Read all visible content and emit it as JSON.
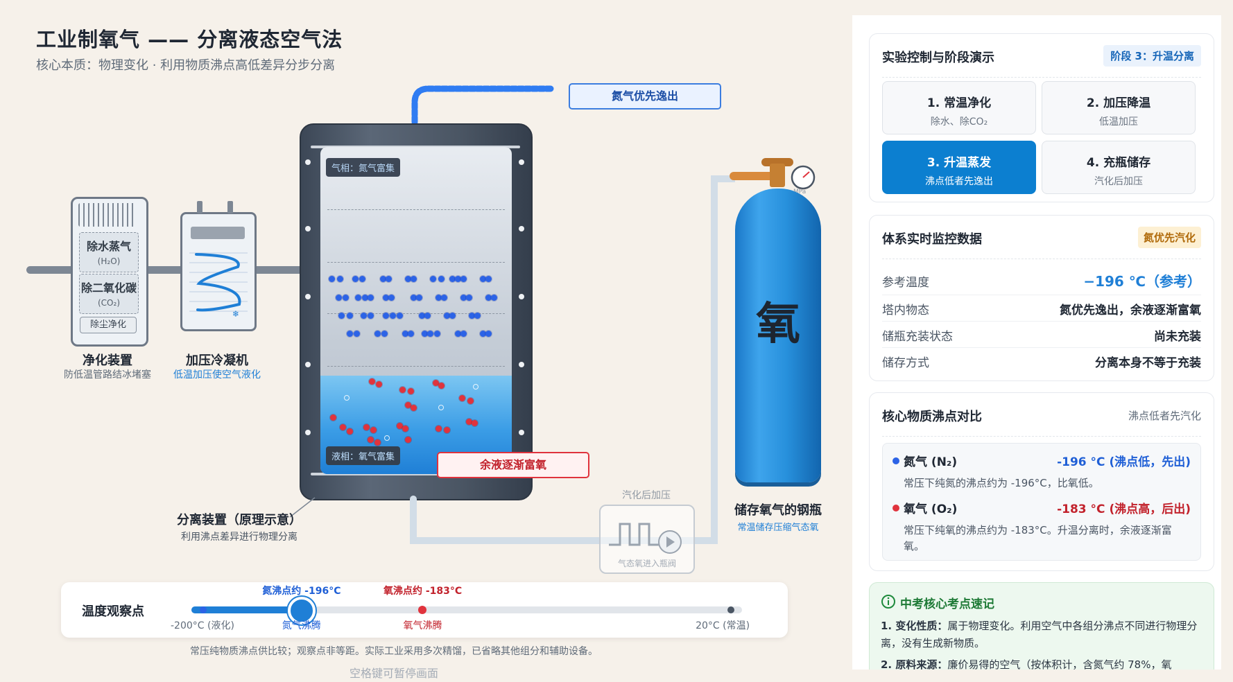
{
  "header": {
    "title": "工业制氧气 —— 分离液态空气法",
    "subtitle": "核心本质：物理变化 · 利用物质沸点高低差异分步分离"
  },
  "apparatus": {
    "purifier": {
      "items": [
        {
          "name": "除水蒸气",
          "formula": "(H₂O)"
        },
        {
          "name": "除二氧化碳",
          "formula": "(CO₂)"
        }
      ],
      "dust": "除尘净化",
      "caption": "净化装置",
      "caption_sub": "防低温管路结冰堵塞"
    },
    "compressor": {
      "caption": "加压冷凝机",
      "caption_sub": "低温加压使空气液化"
    },
    "column": {
      "gas_label": "气相：氮气富集",
      "liquid_label": "液相：氧气富集",
      "caption": "分离装置（原理示意）",
      "caption_sub": "利用沸点差异进行物理分离"
    },
    "nitrogen_tag": "氮气优先逸出",
    "oxygen_tag": "余液逐渐富氧",
    "valve": {
      "label": "汽化后加压",
      "caption": "气态氧进入瓶阀"
    },
    "gauge_unit": "MPa",
    "cylinder": {
      "char": "氧",
      "caption": "储存氧气的钢瓶",
      "caption_sub": "常温储存压缩气态氧"
    }
  },
  "slider": {
    "label": "温度观察点",
    "n2_bp_label": "氮沸点约 -196°C",
    "o2_bp_label": "氧沸点约 -183°C",
    "left_label": "-200°C (液化)",
    "n2_boil": "氮气沸腾",
    "o2_boil": "氧气沸腾",
    "right_label": "20°C (常温)",
    "min": -200,
    "max": 20,
    "value": -196,
    "n2_bp": -196,
    "o2_bp": -183
  },
  "footnote": "常压纯物质沸点供比较；观察点非等距。实际工业采用多次精馏，已省略其他组分和辅助设备。",
  "pause_hint": "空格键可暂停画面",
  "control": {
    "title": "实验控制与阶段演示",
    "badge": "阶段 3：升温分离",
    "stages": [
      {
        "title": "1. 常温净化",
        "sub": "除水、除CO₂"
      },
      {
        "title": "2. 加压降温",
        "sub": "低温加压"
      },
      {
        "title": "3. 升温蒸发",
        "sub": "沸点低者先逸出"
      },
      {
        "title": "4. 充瓶储存",
        "sub": "汽化后加压"
      }
    ],
    "active_stage": 3
  },
  "monitor": {
    "title": "体系实时监控数据",
    "badge": "氮优先汽化",
    "rows": [
      {
        "key": "参考温度",
        "value": "−196 ℃（参考）"
      },
      {
        "key": "塔内物态",
        "value": "氮优先逸出，余液逐渐富氧"
      },
      {
        "key": "储瓶充装状态",
        "value": "尚未充装"
      },
      {
        "key": "储存方式",
        "value": "分离本身不等于充装"
      }
    ]
  },
  "boiling": {
    "title": "核心物质沸点对比",
    "note": "沸点低者先汽化",
    "items": [
      {
        "name": "氮气 (N₂)",
        "value": "-196 °C (沸点低，先出)",
        "desc": "常压下纯氮的沸点约为 -196°C，比氧低。"
      },
      {
        "name": "氧气 (O₂)",
        "value": "-183 °C (沸点高，后出)",
        "desc": "常压下纯氧的沸点约为 -183°C。升温分离时，余液逐渐富氧。"
      }
    ]
  },
  "tips": {
    "title": "中考核心考点速记",
    "items": [
      {
        "head": "1. 变化性质：",
        "text": "属于物理变化。利用空气中各组分沸点不同进行物理分离，没有生成新物质。"
      },
      {
        "head": "2. 原料来源：",
        "text": "廉价易得的空气（按体积计，含氮气约 78%，氧"
      }
    ]
  },
  "colors": {
    "accent": "#0c7fd0",
    "nitrogen": "#2c63e6",
    "oxygen": "#e0333d",
    "badge_bg": "#fdf0d3",
    "tips_bg": "#edf8ef"
  }
}
